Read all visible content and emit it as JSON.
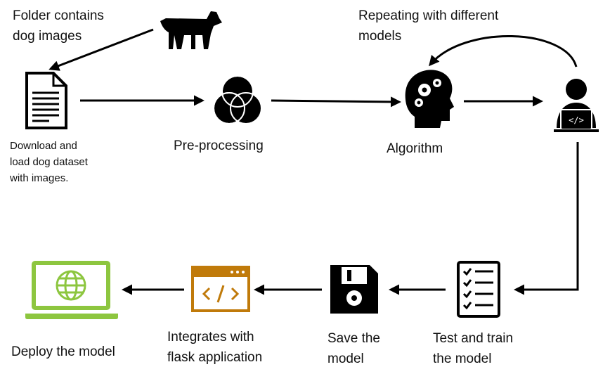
{
  "labels": {
    "folder": [
      "Folder contains",
      "dog images"
    ],
    "download": [
      "Download and",
      "load dog dataset",
      "with images."
    ],
    "preprocessing": "Pre-processing",
    "algorithm": "Algorithm",
    "repeating": [
      "Repeating with different",
      "models"
    ],
    "deploy": "Deploy the model",
    "integrates": [
      "Integrates with",
      "flask application"
    ],
    "save": [
      "Save the",
      "model"
    ],
    "test": [
      "Test and train",
      "the model"
    ]
  },
  "colors": {
    "ink": "#000000",
    "laptop_green": "#8dc63f",
    "flask_orange": "#c07a0a"
  },
  "icons": {
    "dog": "dog-icon",
    "document": "document-icon",
    "venn": "venn-icon",
    "brain": "head-gears-icon",
    "developer": "developer-icon",
    "checklist": "checklist-icon",
    "floppy": "floppy-disk-icon",
    "browser_code": "browser-code-icon",
    "laptop": "laptop-globe-icon"
  }
}
